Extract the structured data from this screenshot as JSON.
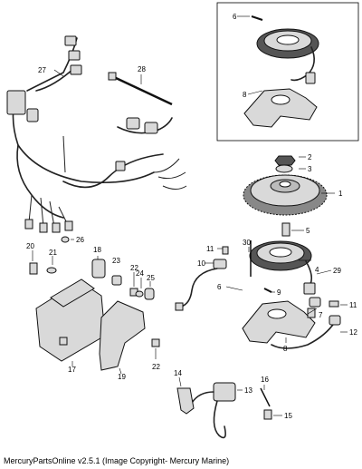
{
  "diagram": {
    "callouts": [
      "1",
      "2",
      "3",
      "4",
      "5",
      "6",
      "6",
      "7",
      "8",
      "8",
      "9",
      "10",
      "11",
      "11",
      "12",
      "13",
      "14",
      "15",
      "16",
      "17",
      "18",
      "19",
      "20",
      "21",
      "22",
      "22",
      "23",
      "24",
      "25",
      "26",
      "27",
      "28",
      "29",
      "30"
    ]
  },
  "caption": "MercuryPartsOnline v2.5.1 (Image Copyright- Mercury Marine)",
  "colors": {
    "line": "#111111",
    "fill": "#d9d9d9",
    "background": "#ffffff"
  }
}
